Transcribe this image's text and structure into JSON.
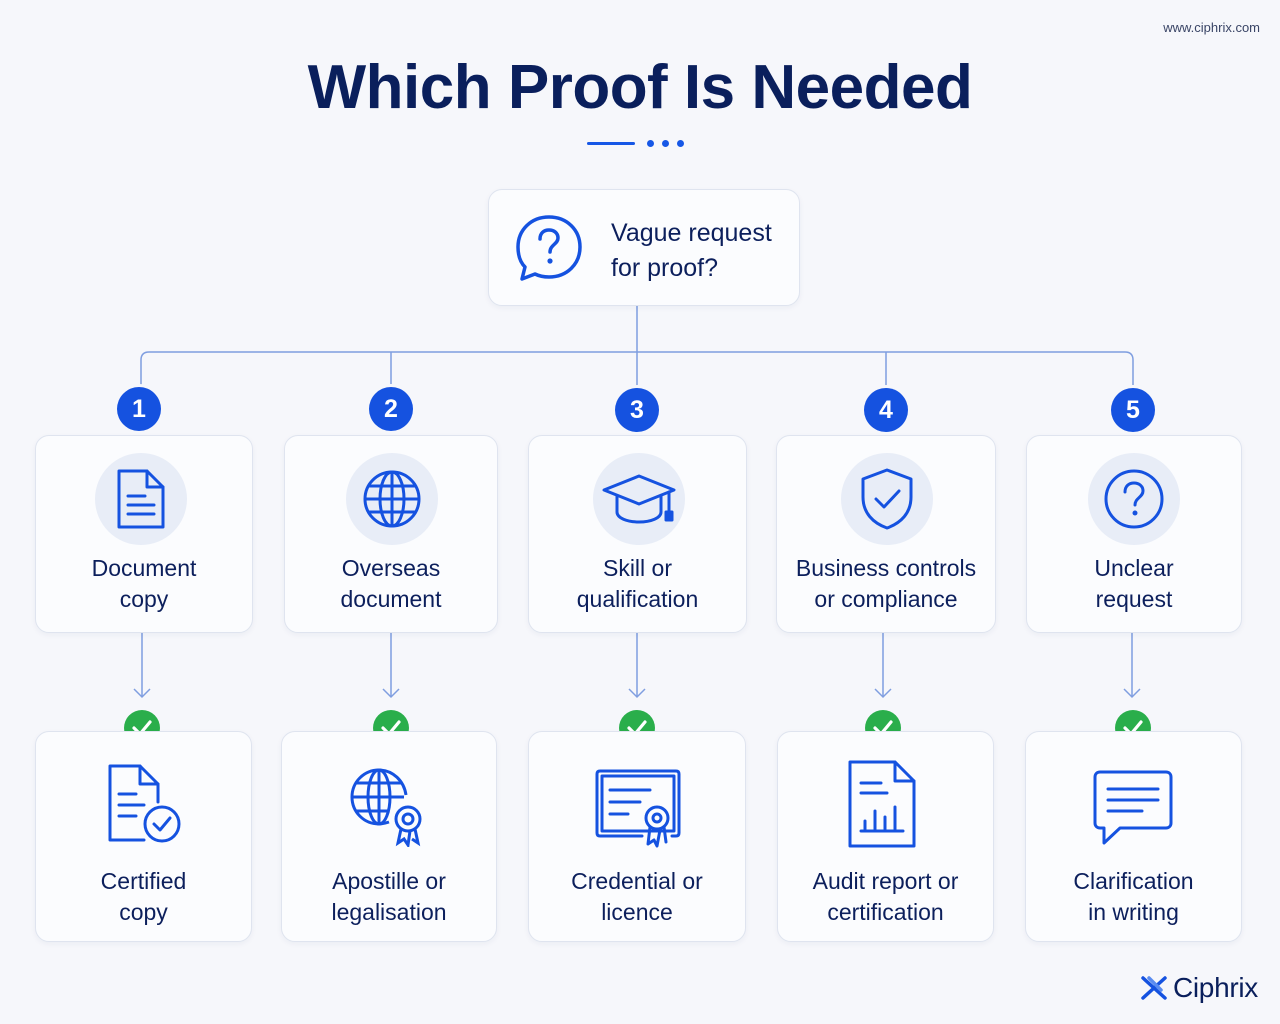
{
  "site_url": "www.ciphrix.com",
  "title": "Which Proof Is Needed",
  "root": {
    "text": "Vague request\nfor proof?",
    "icon": "question-speech-bubble-icon"
  },
  "colors": {
    "primary": "#1552e0",
    "dark_text": "#0a1f5c",
    "check_green": "#2aae4b",
    "connector": "#7f9ee0"
  },
  "branches": [
    {
      "number": "1",
      "label": "Document\ncopy",
      "icon": "document-icon",
      "result": "Certified\ncopy",
      "result_icon": "certified-document-icon"
    },
    {
      "number": "2",
      "label": "Overseas\ndocument",
      "icon": "globe-icon",
      "result": "Apostille or\nlegalisation",
      "result_icon": "globe-seal-icon"
    },
    {
      "number": "3",
      "label": "Skill or\nqualification",
      "icon": "graduation-cap-icon",
      "result": "Credential or\nlicence",
      "result_icon": "certificate-icon"
    },
    {
      "number": "4",
      "label": "Business controls\nor compliance",
      "icon": "shield-check-icon",
      "result": "Audit report or\ncertification",
      "result_icon": "report-chart-icon"
    },
    {
      "number": "5",
      "label": "Unclear\nrequest",
      "icon": "question-circle-icon",
      "result": "Clarification\nin writing",
      "result_icon": "chat-message-icon"
    }
  ],
  "brand": {
    "name": "Ciphrix",
    "icon": "ciphrix-logo-icon"
  }
}
